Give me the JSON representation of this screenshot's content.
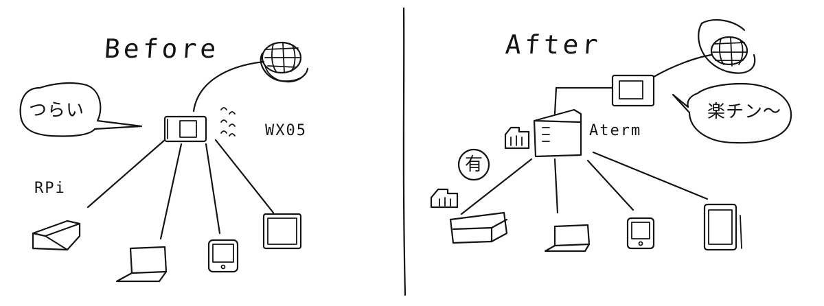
{
  "before_panel": {
    "title": "Before",
    "speech": "つらい",
    "router_label": "WX05",
    "server_label": "RPi"
  },
  "after_panel": {
    "title": "After",
    "speech": "楽チン〜",
    "router_label": "Aterm",
    "wired_mark": "有"
  },
  "colors": {
    "ink": "#141414",
    "background": "#ffffff"
  }
}
